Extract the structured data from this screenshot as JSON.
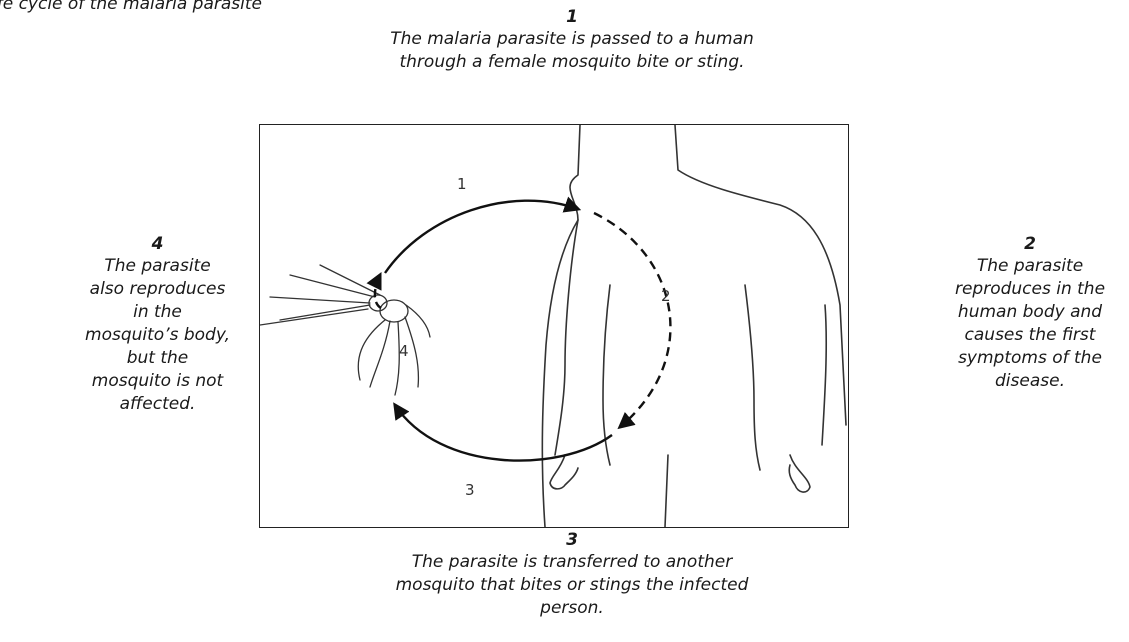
{
  "figure_title": "ife cycle of the malaria parasite",
  "steps": [
    {
      "number": "1",
      "text": "The malaria parasite is passed to a human through a female mosquito bite or sting."
    },
    {
      "number": "2",
      "text": "The parasite reproduces in the human body and causes the first symptoms of the disease."
    },
    {
      "number": "3",
      "text": "The parasite is transferred to another mosquito that bites or stings the infected person."
    },
    {
      "number": "4",
      "text": "The parasite also reproduces in the mosquito’s body, but the mosquito is not affected."
    }
  ],
  "diagram_labels": [
    "1",
    "2",
    "3",
    "4"
  ]
}
